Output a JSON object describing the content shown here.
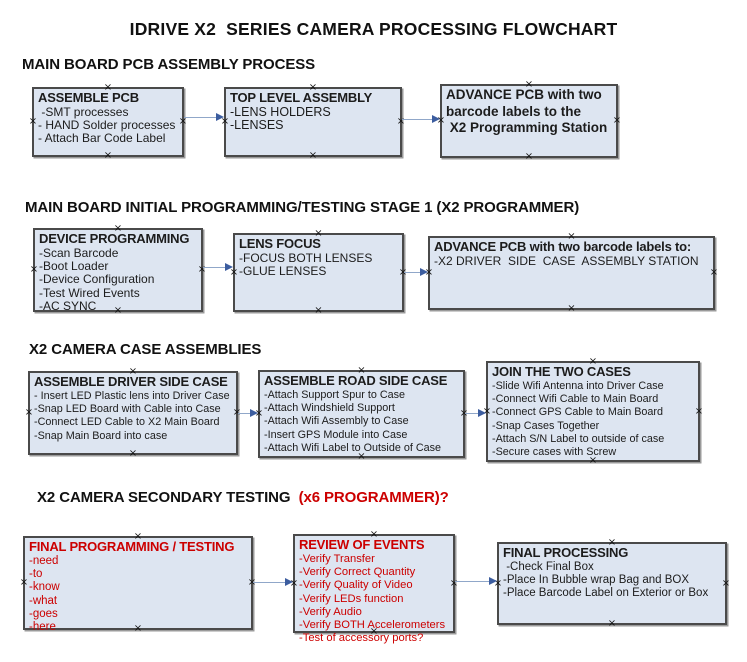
{
  "title": "IDRIVE X2  SERIES CAMERA PROCESSING FLOWCHART",
  "colors": {
    "box_fill": "#dde5f1",
    "box_border": "#4a4a4a",
    "red_text": "#cc0000",
    "black_text": "#1c1c1c",
    "arrow_line": "#90a7c9",
    "arrow_head": "#3c5d9f"
  },
  "sections": [
    {
      "heading": "MAIN BOARD PCB ASSEMBLY PROCESS"
    },
    {
      "heading": "MAIN BOARD INITIAL PROGRAMMING/TESTING STAGE 1 (X2 PROGRAMMER)"
    },
    {
      "heading": "X2 CAMERA CASE ASSEMBLIES"
    },
    {
      "heading": "X2 CAMERA SECONDARY TESTING  ",
      "heading_red": "(x6 PROGRAMMER)?"
    }
  ],
  "boxes": [
    {
      "title": "ASSEMBLE PCB",
      "color": "black",
      "items": [
        " -SMT processes",
        "- HAND Solder processes",
        "- Attach Bar Code Label"
      ]
    },
    {
      "title": "TOP LEVEL ASSEMBLY",
      "color": "black",
      "items": [
        "-LENS HOLDERS",
        "-LENSES"
      ]
    },
    {
      "title": "",
      "color": "black",
      "items": [
        "ADVANCE PCB with two",
        "barcode labels to the",
        " X2 Programming Station"
      ]
    },
    {
      "title": "DEVICE PROGRAMMING",
      "color": "black",
      "items": [
        "-Scan Barcode",
        "-Boot Loader",
        "-Device Configuration",
        "-Test Wired Events",
        "-AC SYNC"
      ]
    },
    {
      "title": "LENS FOCUS",
      "color": "black",
      "items": [
        "-FOCUS BOTH LENSES",
        "-GLUE LENSES"
      ]
    },
    {
      "title": "ADVANCE PCB with two barcode labels to:",
      "color": "black",
      "items": [
        "-X2 DRIVER  SIDE  CASE  ASSEMBLY STATION"
      ]
    },
    {
      "title": "ASSEMBLE DRIVER SIDE CASE",
      "color": "black",
      "items": [
        "- Insert LED Plastic lens into Driver Case",
        "-Snap LED Board with Cable into Case",
        "-Connect LED Cable to X2 Main Board",
        "-Snap Main Board into case"
      ]
    },
    {
      "title": "ASSEMBLE ROAD SIDE CASE",
      "color": "black",
      "items": [
        "-Attach Support Spur to Case",
        "-Attach Windshield Support",
        "-Attach Wifi Assembly to Case",
        "-Insert GPS Module into Case",
        "-Attach Wifi Label to Outside of Case"
      ]
    },
    {
      "title": "JOIN THE TWO CASES",
      "color": "black",
      "items": [
        "-Slide Wifi Antenna into Driver Case",
        "-Connect Wifi Cable to Main Board",
        "-Connect GPS Cable to Main Board",
        "-Snap Cases Together",
        "-Attach S/N Label to outside of case",
        "-Secure cases with Screw"
      ]
    },
    {
      "title": "FINAL PROGRAMMING / TESTING",
      "color": "red",
      "items": [
        "-need",
        "-to",
        "-know",
        "-what",
        "-goes",
        "-here"
      ]
    },
    {
      "title": "REVIEW OF EVENTS",
      "color": "red",
      "items": [
        "-Verify Transfer",
        "-Verify Correct Quantity",
        "-Verify Quality of Video",
        "-Verify LEDs function",
        "-Verify Audio",
        "-Verify BOTH Accelerometers",
        "-Test of accessory ports?"
      ]
    },
    {
      "title": "FINAL PROCESSING",
      "color": "black",
      "items": [
        " -Check Final Box",
        "-Place In Bubble wrap Bag and BOX",
        "-Place Barcode Label on Exterior or Box"
      ]
    }
  ],
  "connectors": [
    {
      "from": "assemble-pcb",
      "to": "top-level-assembly"
    },
    {
      "from": "top-level-assembly",
      "to": "advance-pcb-programming-station"
    },
    {
      "from": "device-programming",
      "to": "lens-focus"
    },
    {
      "from": "lens-focus",
      "to": "advance-pcb-driver-side"
    },
    {
      "from": "assemble-driver-side-case",
      "to": "assemble-road-side-case"
    },
    {
      "from": "assemble-road-side-case",
      "to": "join-the-two-cases"
    },
    {
      "from": "final-programming-testing",
      "to": "review-of-events"
    },
    {
      "from": "review-of-events",
      "to": "final-processing"
    }
  ]
}
